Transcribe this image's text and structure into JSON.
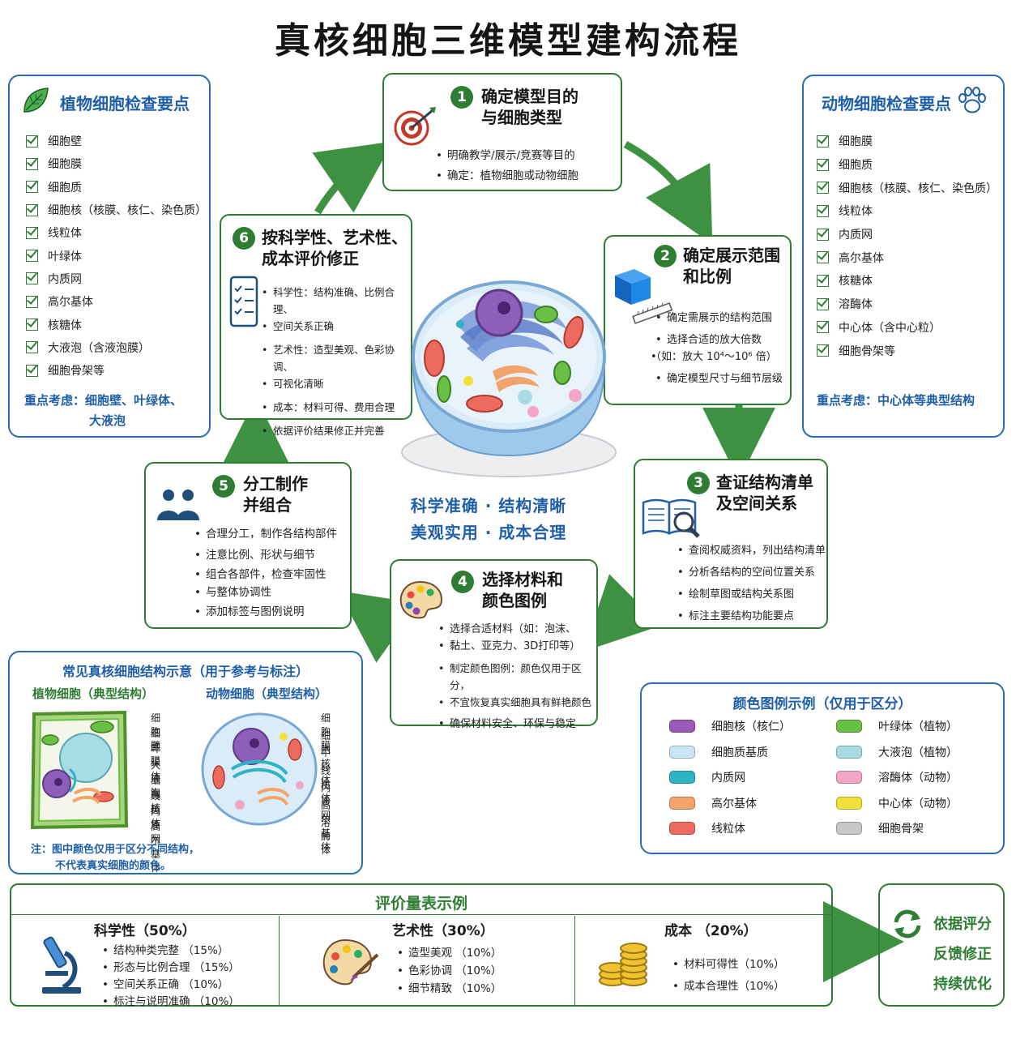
{
  "title": "真核细胞三维模型建构流程",
  "plant_panel": {
    "title": "植物细胞检查要点",
    "items": [
      "细胞壁",
      "细胞膜",
      "细胞质",
      "细胞核（核膜、核仁、染色质）",
      "线粒体",
      "叶绿体",
      "内质网",
      "高尔基体",
      "核糖体",
      "大液泡（含液泡膜）",
      "细胞骨架等"
    ],
    "focus_label": "重点考虑：",
    "focus_line1": "细胞壁、叶绿体、",
    "focus_line2": "大液泡"
  },
  "animal_panel": {
    "title": "动物细胞检查要点",
    "items": [
      "细胞膜",
      "细胞质",
      "细胞核（核膜、核仁、染色质）",
      "线粒体",
      "内质网",
      "高尔基体",
      "核糖体",
      "溶酶体",
      "中心体（含中心粒）",
      "细胞骨架等"
    ],
    "focus_label": "重点考虑：",
    "focus_text": "中心体等典型结构"
  },
  "steps": [
    {
      "num": "1",
      "title_l1": "确定模型目的",
      "title_l2": "与细胞类型",
      "bullets": [
        "明确教学/展示/竞赛等目的",
        "确定：植物细胞或动物细胞"
      ]
    },
    {
      "num": "2",
      "title_l1": "确定展示范围",
      "title_l2": "和比例",
      "bullets": [
        "确定需展示的结构范围",
        "选择合适的放大倍数",
        "（如：放大 10⁴～10⁶ 倍）",
        "确定模型尺寸与细节层级"
      ]
    },
    {
      "num": "3",
      "title_l1": "查证结构清单",
      "title_l2": "及空间关系",
      "bullets": [
        "查阅权威资料，列出结构清单",
        "分析各结构的空间位置关系",
        "绘制草图或结构关系图",
        "标注主要结构功能要点"
      ]
    },
    {
      "num": "4",
      "title_l1": "选择材料和",
      "title_l2": "颜色图例",
      "bullets": [
        "选择合适材料（如：泡沫、",
        "黏土、亚克力、3D打印等）",
        "制定颜色图例：颜色仅用于区分，",
        "不宜恢复真实细胞具有鲜艳颜色",
        "确保材料安全、环保与稳定"
      ]
    },
    {
      "num": "5",
      "title_l1": "分工制作",
      "title_l2": "并组合",
      "bullets": [
        "合理分工，制作各结构部件",
        "注意比例、形状与细节",
        "组合各部件，检查牢固性",
        "与整体协调性",
        "添加标签与图例说明"
      ]
    },
    {
      "num": "6",
      "title_l1": "按科学性、艺术性、",
      "title_l2": "成本评价修正",
      "bullets": [
        "科学性：结构准确、比例合理、",
        "空间关系正确",
        "艺术性：造型美观、色彩协调、",
        "可视化清晰",
        "成本：材料可得、费用合理",
        "依据评价结果修正并完善"
      ]
    }
  ],
  "center_tag": {
    "line1": "科学准确 · 结构清晰",
    "line2": "美观实用 · 成本合理"
  },
  "reference_panel": {
    "title": "常见真核细胞结构示意（用于参考与标注）",
    "plant_subtitle": "植物细胞（典型结构）",
    "animal_subtitle": "动物细胞（典型结构）",
    "plant_labels": [
      "细胞壁",
      "细胞膜",
      "叶绿体",
      "大液泡",
      "细胞核",
      "线粒体",
      "内质网",
      "高尔基体"
    ],
    "animal_labels": [
      "细胞膜",
      "细胞核",
      "中心体",
      "线粒体",
      "内质网",
      "高尔基体",
      "溶酶体"
    ],
    "note_l1": "注：图中颜色仅用于区分不同结构，",
    "note_l2": "不代表真实细胞的颜色。"
  },
  "legend": {
    "title": "颜色图例示例（仅用于区分）",
    "items": [
      {
        "label": "细胞核（核仁）",
        "color": "#9b59b6"
      },
      {
        "label": "叶绿体（植物）",
        "color": "#6abf45"
      },
      {
        "label": "细胞质基质",
        "color": "#c9e4f5"
      },
      {
        "label": "大液泡（植物）",
        "color": "#a8dde3"
      },
      {
        "label": "内质网",
        "color": "#2fb3c4"
      },
      {
        "label": "溶酶体（动物）",
        "color": "#f4a6c6"
      },
      {
        "label": "高尔基体",
        "color": "#f4a36a"
      },
      {
        "label": "中心体（动物）",
        "color": "#f2e03a"
      },
      {
        "label": "线粒体",
        "color": "#ec6b5e"
      },
      {
        "label": "细胞骨架",
        "color": "#c8c8c8"
      }
    ]
  },
  "evaluation": {
    "title": "评价量表示例",
    "columns": [
      {
        "heading": "科学性（50%）",
        "items": [
          "结构种类完整 （15%）",
          "形态与比例合理 （15%）",
          "空间关系正确 （10%）",
          "标注与说明准确 （10%）"
        ]
      },
      {
        "heading": "艺术性（30%）",
        "items": [
          "造型美观 （10%）",
          "色彩协调 （10%）",
          "细节精致 （10%）"
        ]
      },
      {
        "heading": "成本 （20%）",
        "items": [
          "材料可得性（10%）",
          "成本合理性（10%）"
        ]
      }
    ]
  },
  "feedback": {
    "line1": "依据评分",
    "line2": "反馈修正",
    "line3": "持续优化"
  }
}
